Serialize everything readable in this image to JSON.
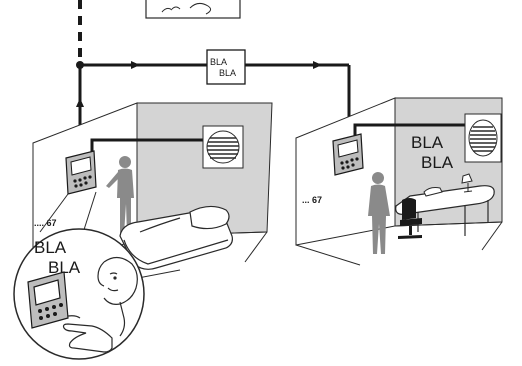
{
  "scene": {
    "box_text_1": "BLA",
    "box_text_2": "BLA",
    "room_left_label": ".... 67",
    "room_right_label": "... 67",
    "room_right_speech_1": "BLA",
    "room_right_speech_2": "BLA",
    "bubble_speech_1": "BLA",
    "bubble_speech_2": "BLA"
  },
  "colors": {
    "line": "#1a1a1a",
    "wall_shade": "#d4d4d4",
    "figure": "#8a8a8a",
    "outline": "#2a2a2a"
  }
}
